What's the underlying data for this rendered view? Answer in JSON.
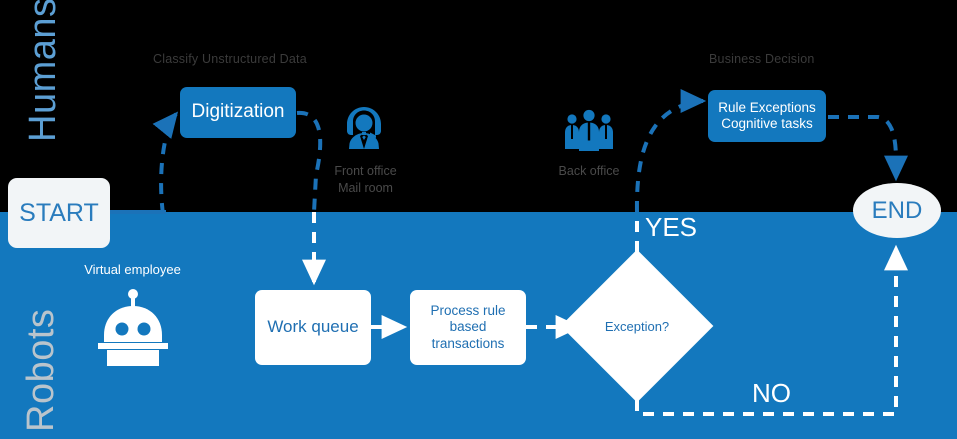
{
  "diagram": {
    "title_lanes": {
      "humans": "Humans",
      "robots": "Robots"
    },
    "captions": {
      "classify": "Classify Unstructured Data",
      "business": "Business Decision"
    },
    "nodes": {
      "start": "START",
      "digitization": "Digitization",
      "rule_exceptions_line1": "Rule Exceptions",
      "rule_exceptions_line2": "Cognitive tasks",
      "end": "END",
      "work_queue": "Work queue",
      "process_rule_line1": "Process rule",
      "process_rule_line2": "based",
      "process_rule_line3": "transactions",
      "decision": "Exception?"
    },
    "branch_labels": {
      "yes": "YES",
      "no": "NO"
    },
    "icon_captions": {
      "front_office_line1": "Front office",
      "front_office_line2": "Mail room",
      "back_office": "Back office",
      "virtual_employee": "Virtual employee"
    },
    "icons": {
      "front_office": "headset-agent-icon",
      "back_office": "people-group-icon",
      "virtual_employee": "robot-icon"
    },
    "colors": {
      "lane_humans_bg": "#000000",
      "lane_robots_bg": "#1378be",
      "accent_blue": "#1378be",
      "node_blue_text": "#ffffff",
      "node_white_bg": "#ffffff",
      "node_white_text": "#1f6fb2",
      "start_end_bg": "#f2f5f7",
      "humans_label": "#5c9fd4",
      "robots_label": "#b9c4cc",
      "caption_text": "#3b3b3b",
      "wire_blue": "#1b72b8",
      "wire_white": "#ffffff"
    }
  }
}
